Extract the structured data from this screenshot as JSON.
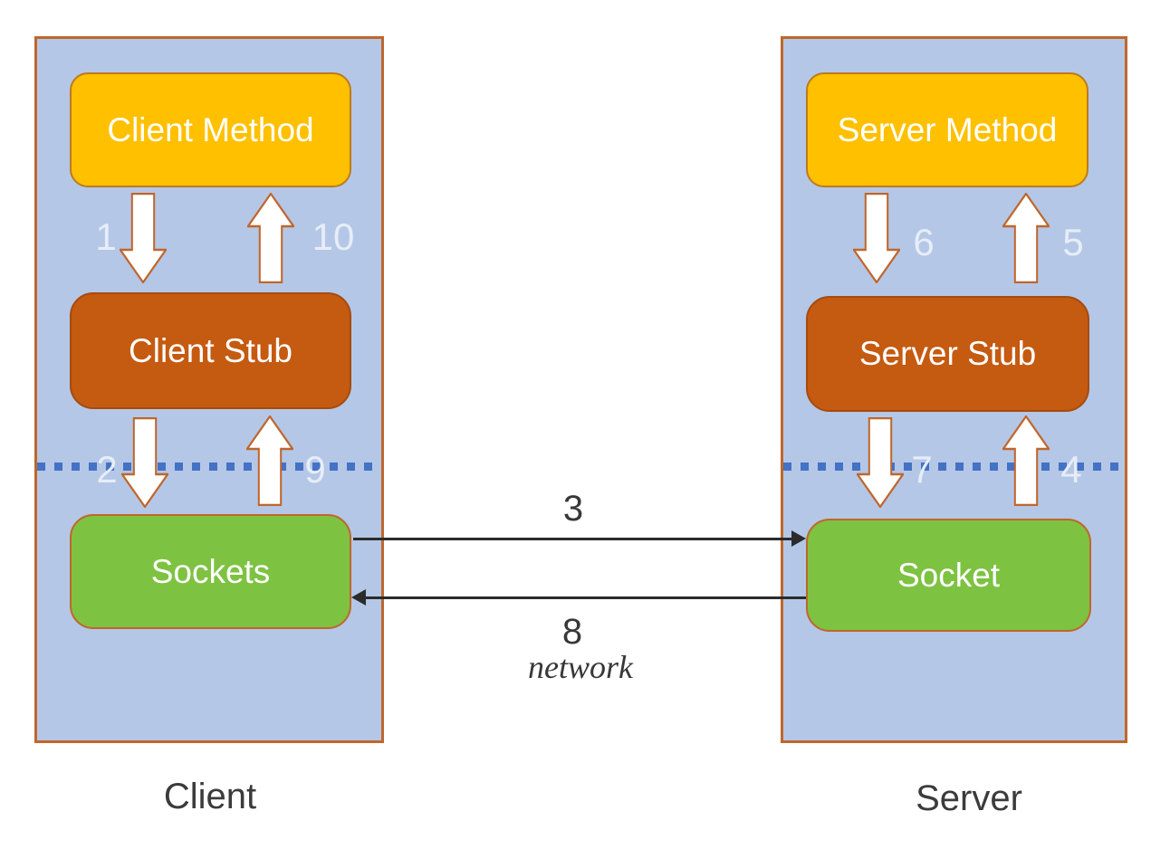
{
  "diagram": {
    "client": {
      "caption": "Client",
      "method_box": "Client Method",
      "stub_box": "Client Stub",
      "socket_box": "Sockets",
      "step_method_to_stub": "1",
      "step_stub_to_method": "10",
      "step_stub_to_socket": "2",
      "step_socket_to_stub": "9"
    },
    "server": {
      "caption": "Server",
      "method_box": "Server Method",
      "stub_box": "Server Stub",
      "socket_box": "Socket",
      "step_method_to_stub": "6",
      "step_stub_to_method": "5",
      "step_stub_to_socket": "7",
      "step_socket_to_stub": "4"
    },
    "network": {
      "request_step": "3",
      "response_step": "8",
      "caption": "network"
    },
    "colors": {
      "panel_fill": "#B4C7E7",
      "panel_border": "#C0662B",
      "method_fill": "#FFC000",
      "stub_fill": "#C55A11",
      "socket_fill": "#7EC242",
      "divider_dots": "#4472C4",
      "block_arrow_fill": "#FFFFFF",
      "network_arrow": "#2B2B2B"
    }
  }
}
